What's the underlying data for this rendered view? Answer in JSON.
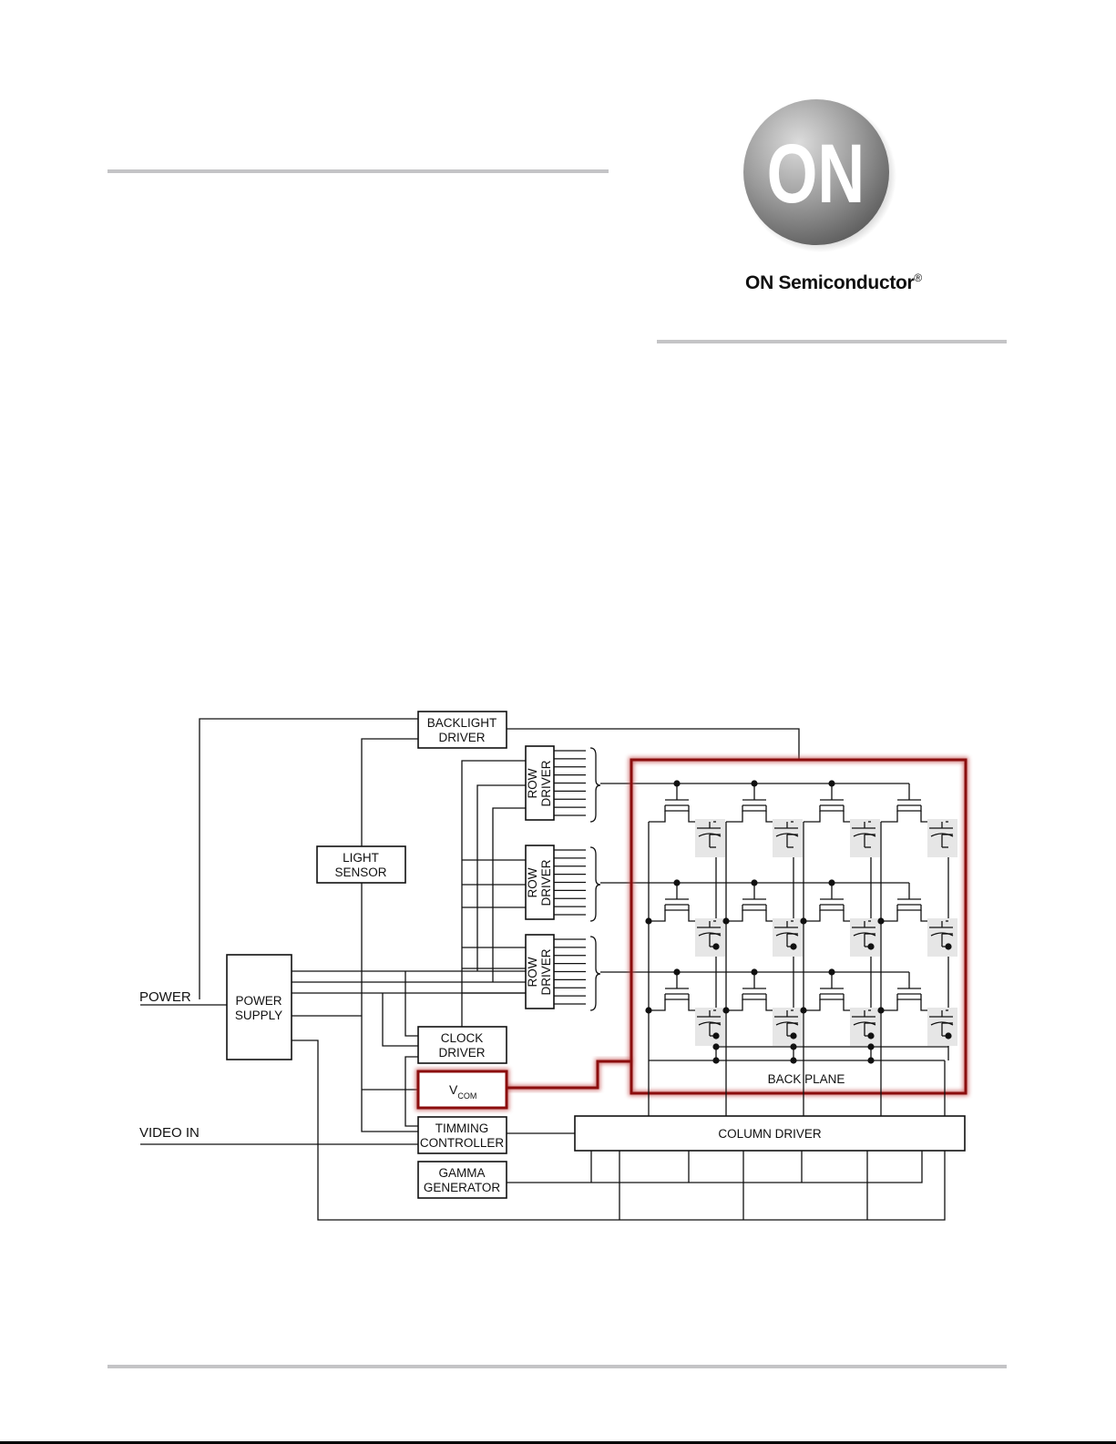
{
  "logo": {
    "mark": "ON",
    "name": "ON Semiconductor",
    "registered": "®"
  },
  "diagram": {
    "inputs": {
      "power": "POWER",
      "video_in": "VIDEO IN"
    },
    "blocks": {
      "backlight_driver": [
        "BACKLIGHT",
        "DRIVER"
      ],
      "light_sensor": [
        "LIGHT",
        "SENSOR"
      ],
      "power_supply": [
        "POWER",
        "SUPPLY"
      ],
      "row_driver": [
        "ROW",
        "DRIVER"
      ],
      "clock_driver": [
        "CLOCK",
        "DRIVER"
      ],
      "vcom": {
        "main": "V",
        "sub": "COM"
      },
      "timming_controller": [
        "TIMMING",
        "CONTROLLER"
      ],
      "gamma_generator": [
        "GAMMA",
        "GENERATOR"
      ],
      "column_driver": "COLUMN DRIVER",
      "back_plane": "BACK PLANE"
    },
    "highlight_color": "#8b0d0d"
  }
}
